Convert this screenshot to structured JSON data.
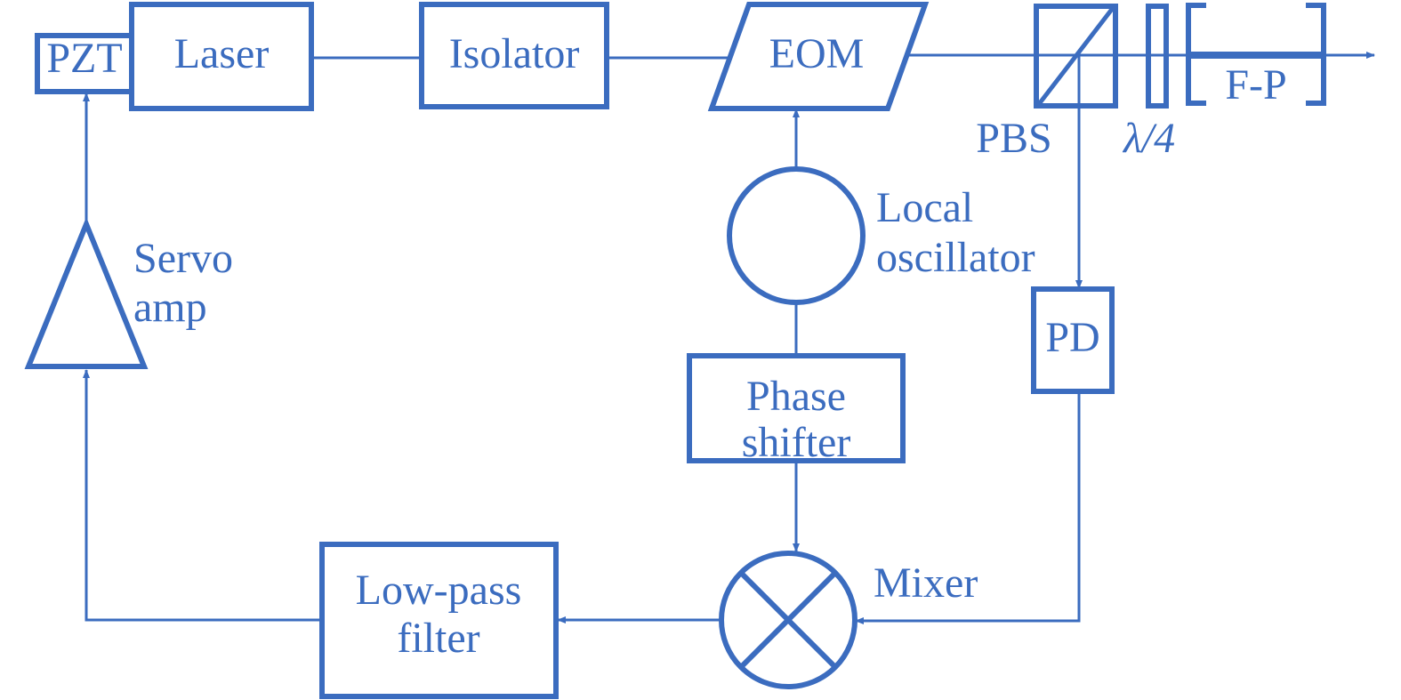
{
  "colors": {
    "stroke": "#3b6cbf"
  },
  "labels": {
    "pzt": "PZT",
    "laser": "Laser",
    "isolator": "Isolator",
    "eom": "EOM",
    "pbs": "PBS",
    "quarter_wave": "λ/4",
    "fp": "F-P",
    "local_oscillator": [
      "Local",
      "oscillator"
    ],
    "phase_shifter": [
      "Phase",
      "shifter"
    ],
    "pd": "PD",
    "mixer": "Mixer",
    "low_pass_filter": [
      "Low-pass",
      "filter"
    ],
    "servo_amp": [
      "Servo",
      "amp"
    ]
  }
}
